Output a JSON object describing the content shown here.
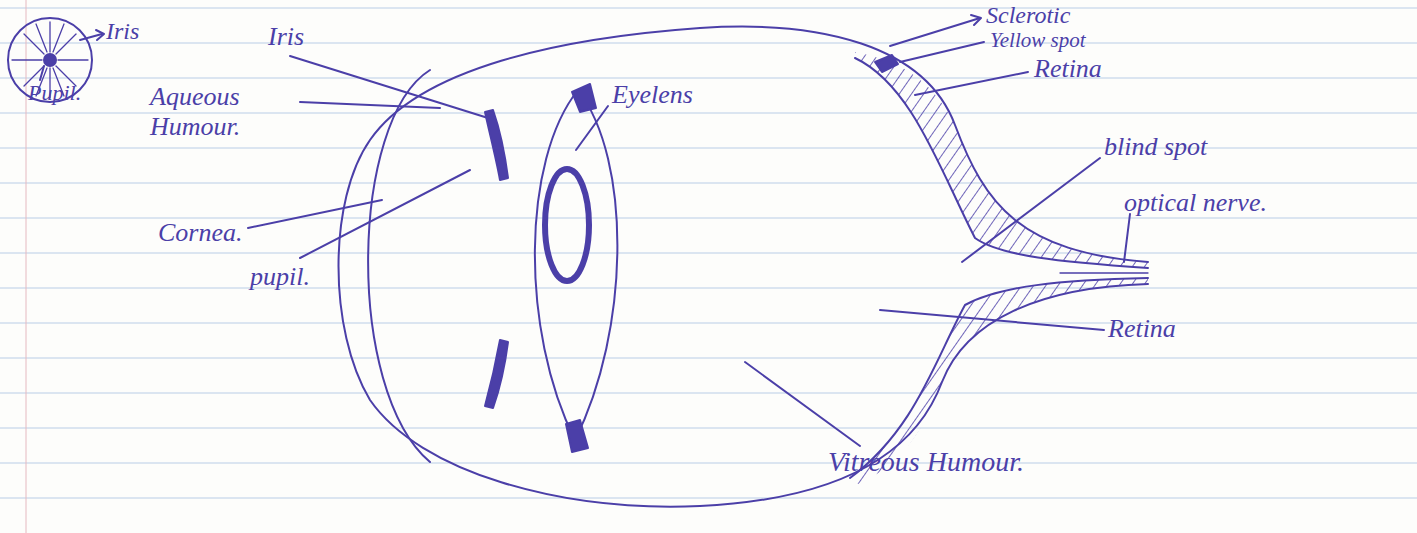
{
  "diagram": {
    "labels": [
      "Iris",
      "Pupil.",
      "Iris",
      "Aqueous Humour.",
      "Cornea.",
      "pupil.",
      "Eyelens",
      "Sclerotic",
      "Yellow spot",
      "Retina",
      "blind spot",
      "optical nerve.",
      "Retina",
      "Vitreous Humour."
    ]
  }
}
